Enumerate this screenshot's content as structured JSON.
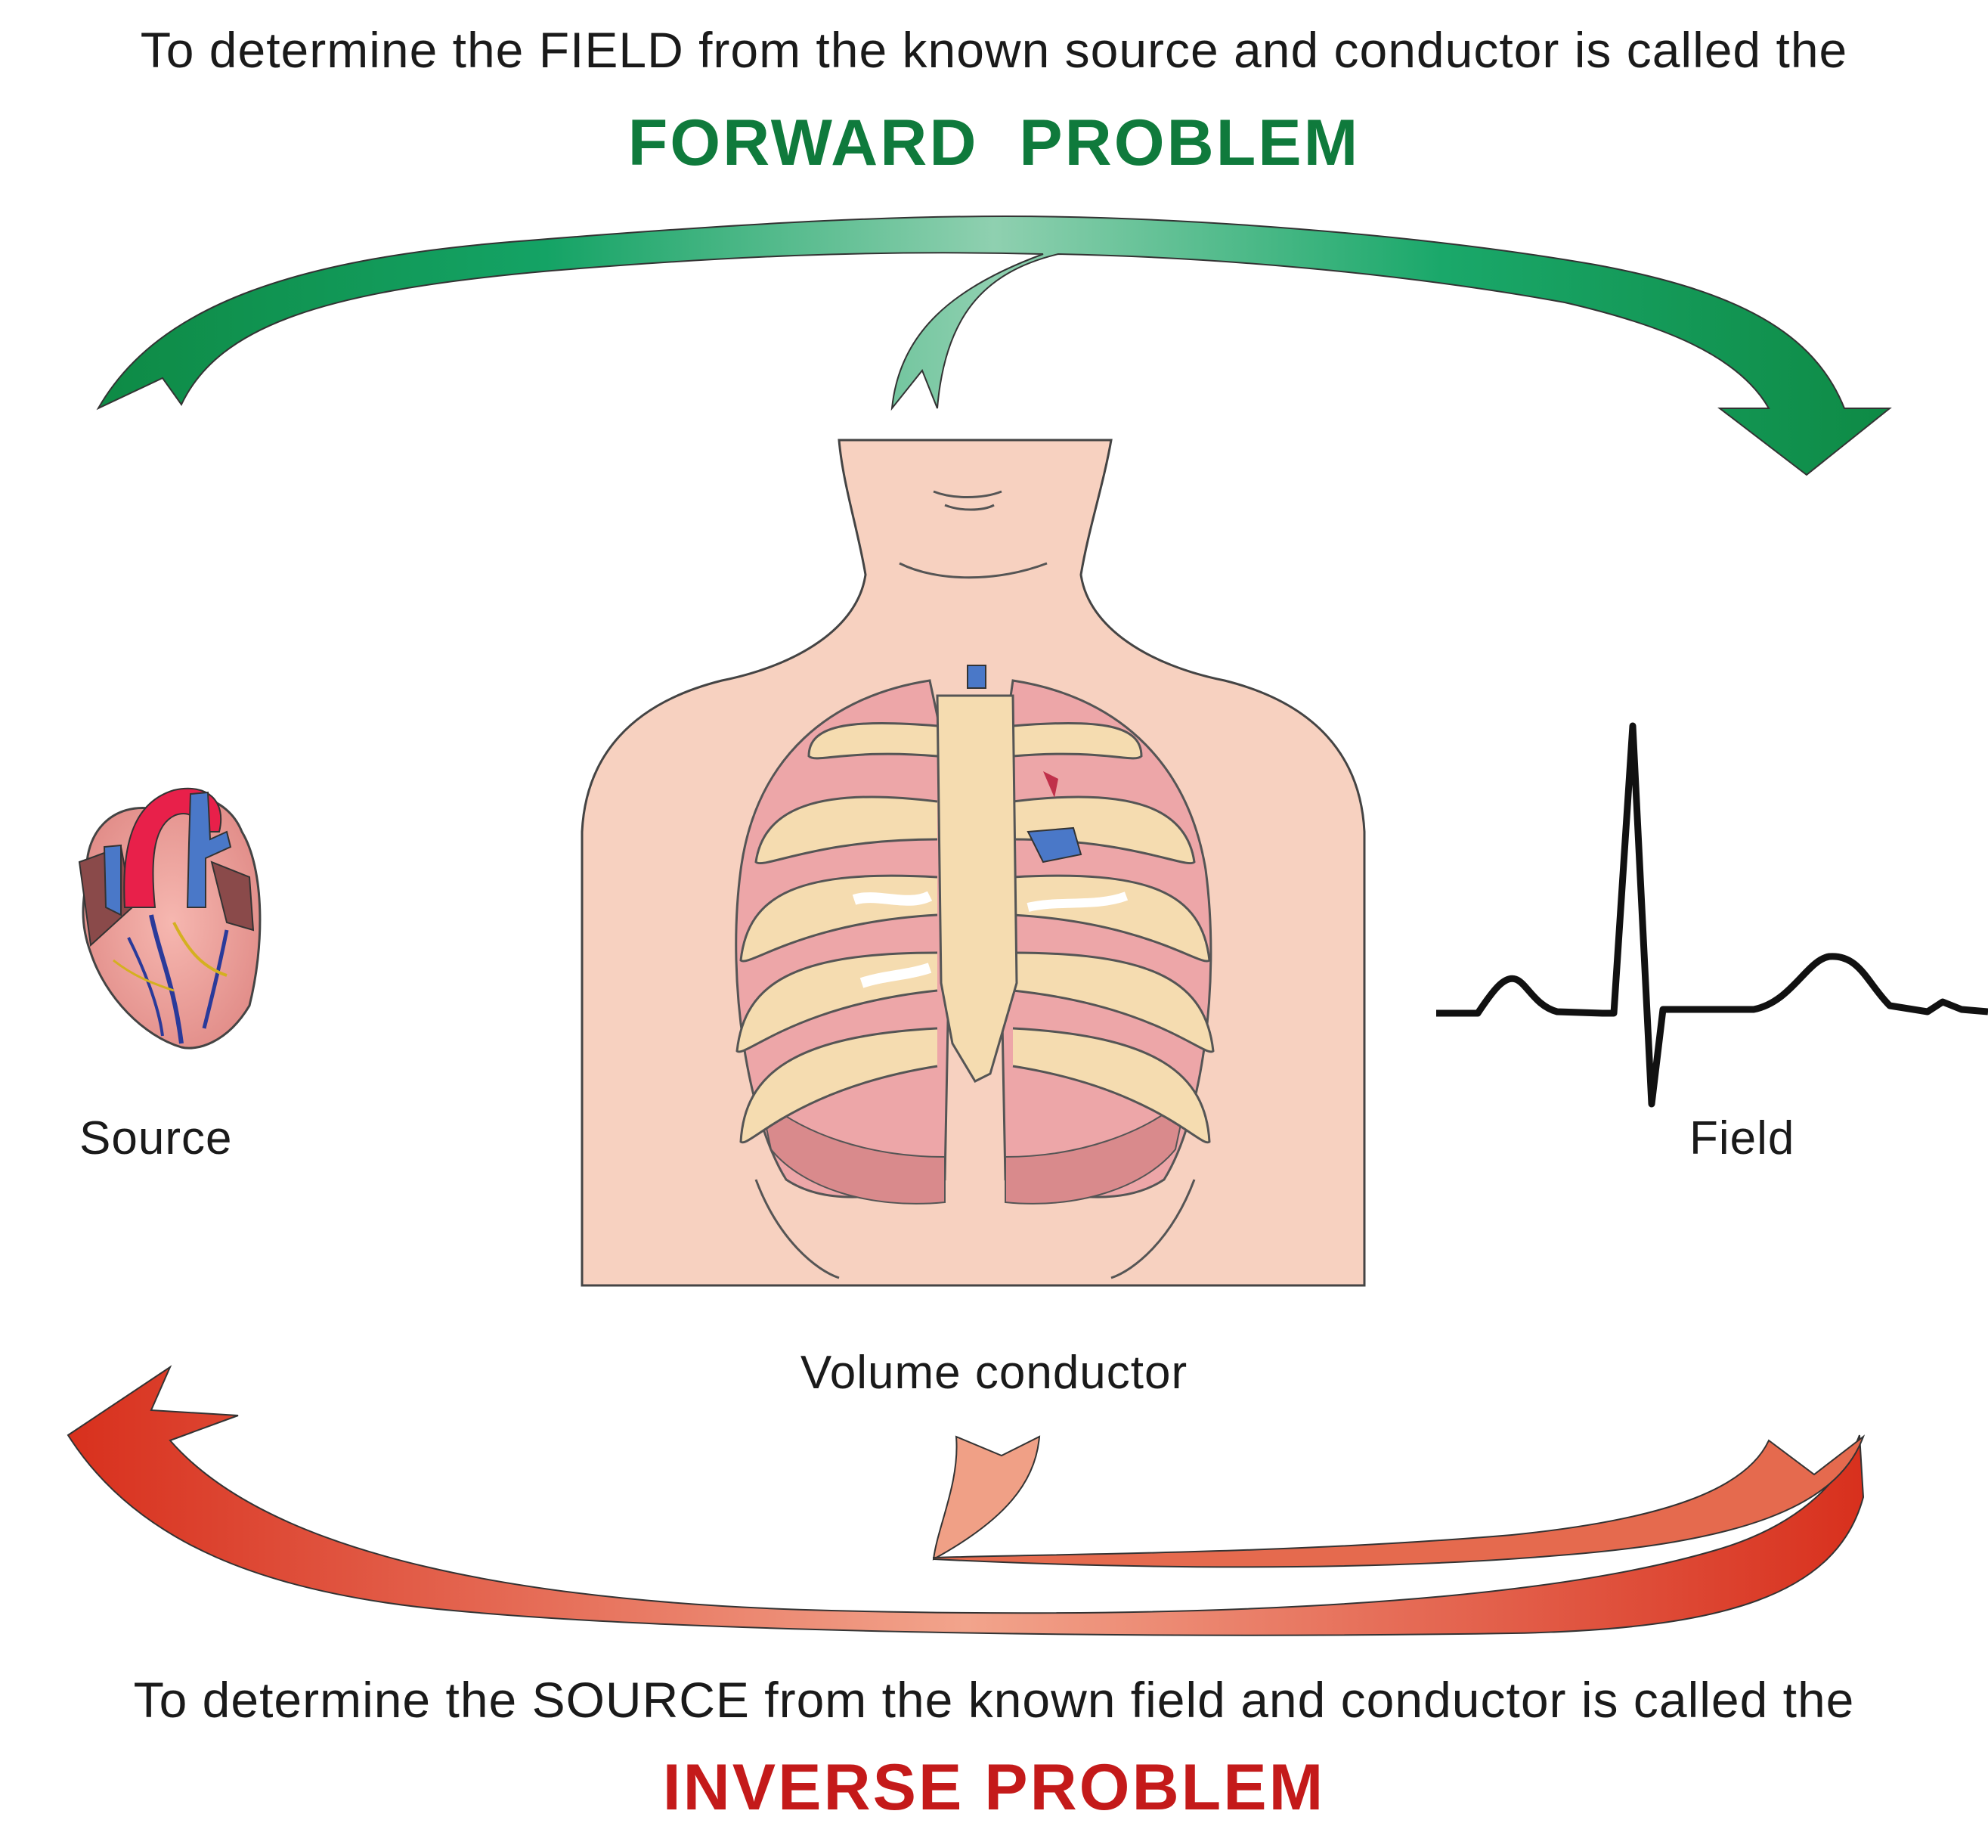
{
  "forward": {
    "caption": "To determine the FIELD from the known source and conductor is called the",
    "title": "FORWARD  PROBLEM",
    "color": "#0f7a3c"
  },
  "inverse": {
    "caption": "To determine the SOURCE from the known field and conductor is called the",
    "title": "INVERSE PROBLEM",
    "color": "#c41a1a"
  },
  "labels": {
    "source": "Source",
    "field": "Field",
    "volume_conductor": "Volume conductor"
  },
  "icons": {
    "source": "heart-icon",
    "conductor": "torso-ribcage-icon",
    "field": "ecg-waveform-icon"
  }
}
